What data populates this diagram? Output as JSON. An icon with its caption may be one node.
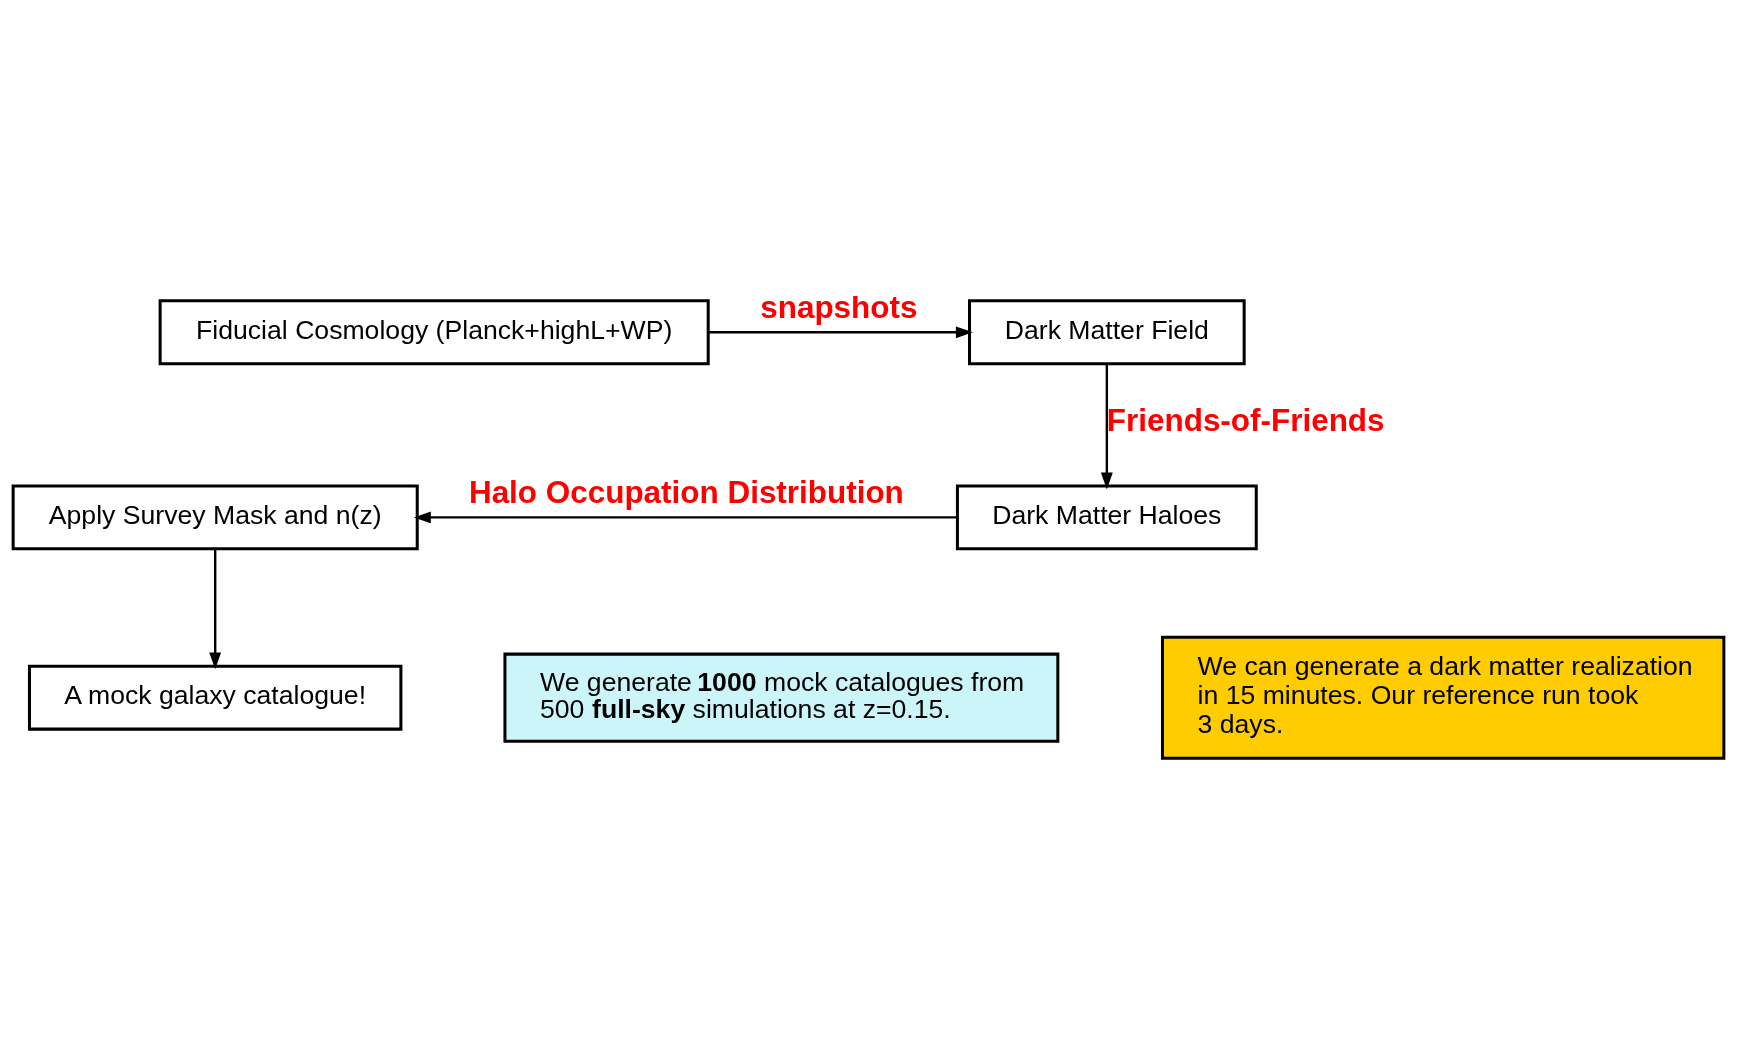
{
  "diagram": {
    "nodes": [
      {
        "text": [
          "Fiducial Cosmology (Planck+highL+WP)"
        ]
      },
      {
        "text": [
          "Dark Matter Field"
        ]
      },
      {
        "text": [
          "Dark Matter Haloes"
        ]
      },
      {
        "text": [
          "Apply Survey Mask and n(z)"
        ]
      },
      {
        "text": [
          "A mock galaxy catalogue!"
        ]
      },
      {
        "text": [
          "We generate **1000** mock catalogues from 500 **full-sky** simulations at z=0.15."
        ]
      },
      {
        "text": [
          "We can generate a dark matter realization in 15 minutes. Our reference run took 3 days."
        ]
      }
    ],
    "edges": [
      {
        "from": 0,
        "to": 1,
        "arrow": "to",
        "label": "snapshots"
      },
      {
        "from": 1,
        "to": 2,
        "arrow": "to",
        "label": "Friends-of-Friends"
      },
      {
        "from": 2,
        "to": 3,
        "arrow": "to",
        "label": "Halo Occupation Distribution"
      },
      {
        "from": 3,
        "to": 4,
        "arrow": "to"
      }
    ]
  }
}
